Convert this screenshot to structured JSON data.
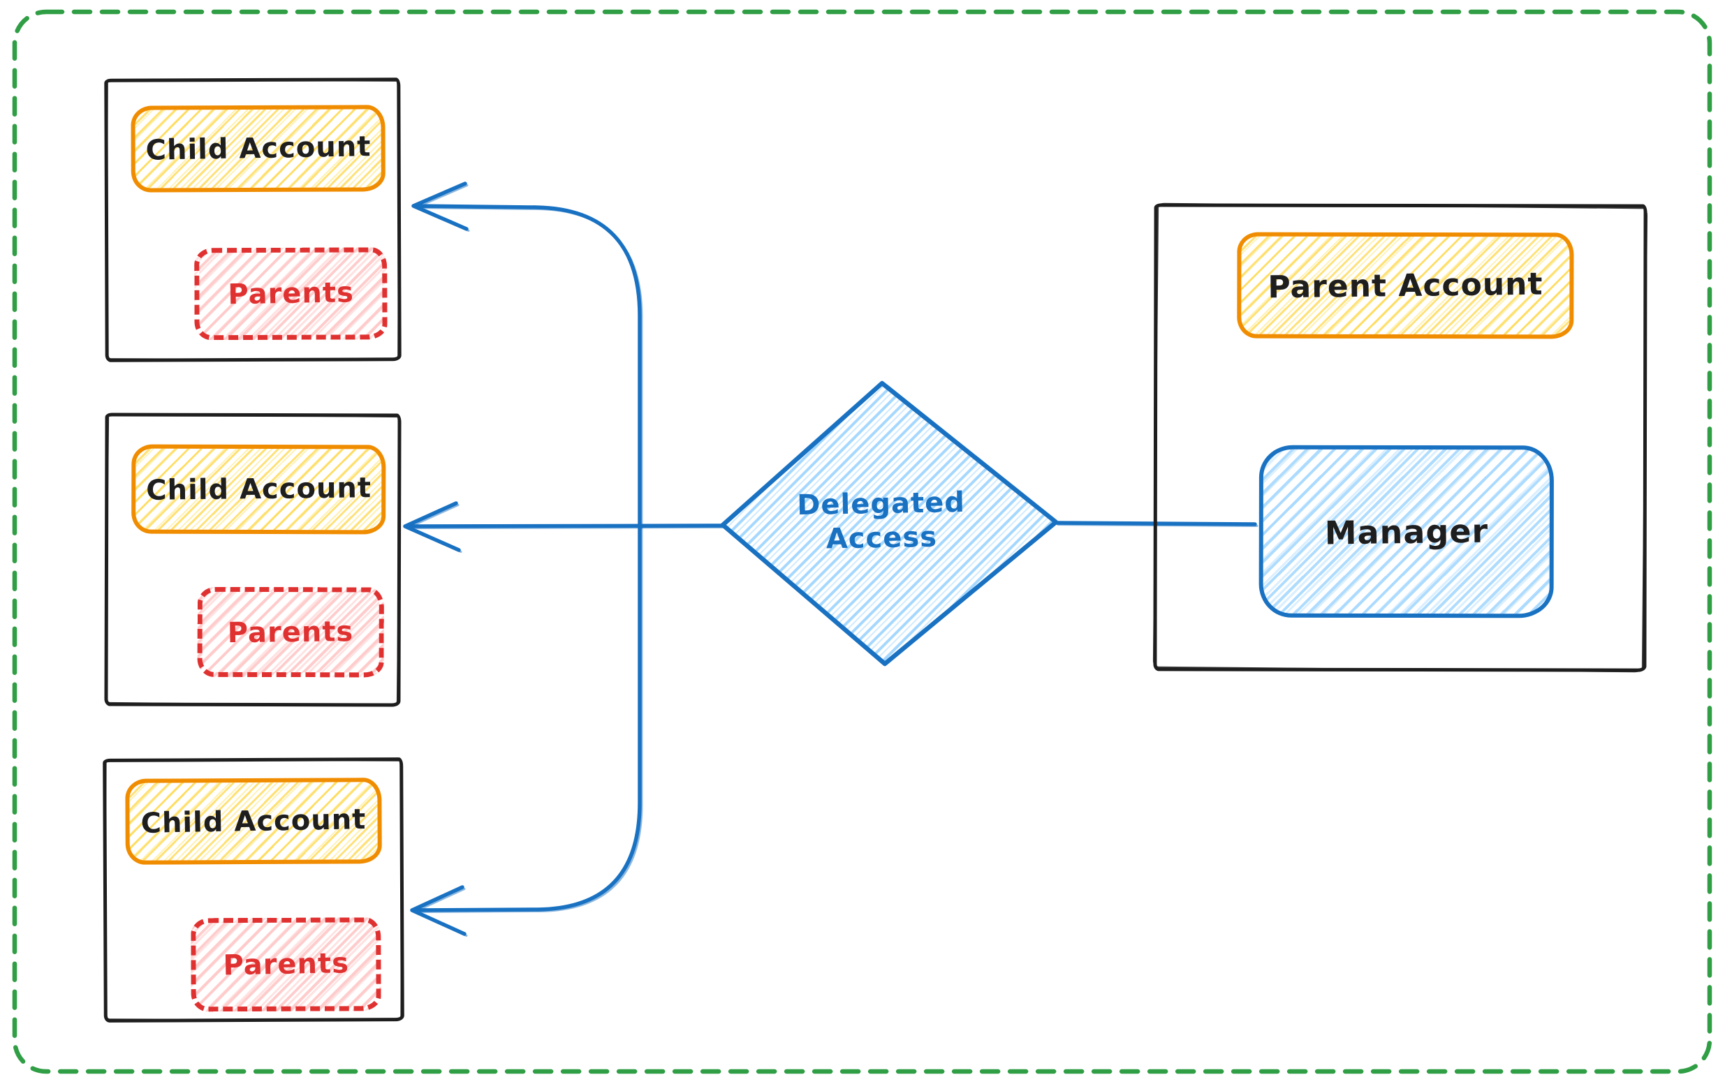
{
  "children": [
    {
      "title": "Child Account",
      "members": "Parents"
    },
    {
      "title": "Child Account",
      "members": "Parents"
    },
    {
      "title": "Child Account",
      "members": "Parents"
    }
  ],
  "parent": {
    "title": "Parent Account",
    "manager": "Manager"
  },
  "decision": {
    "line1": "Delegated",
    "line2": "Access"
  },
  "colors": {
    "ink": "#1e1e1e",
    "blue": "#1971c2",
    "blue_hatch": "#a5d8ff",
    "orange": "#f08c00",
    "yellow_hatch": "#ffd43b",
    "red": "#e03131",
    "pink_hatch": "#ffc9c9",
    "green_border": "#2f9e44",
    "background": "#ffffff"
  }
}
